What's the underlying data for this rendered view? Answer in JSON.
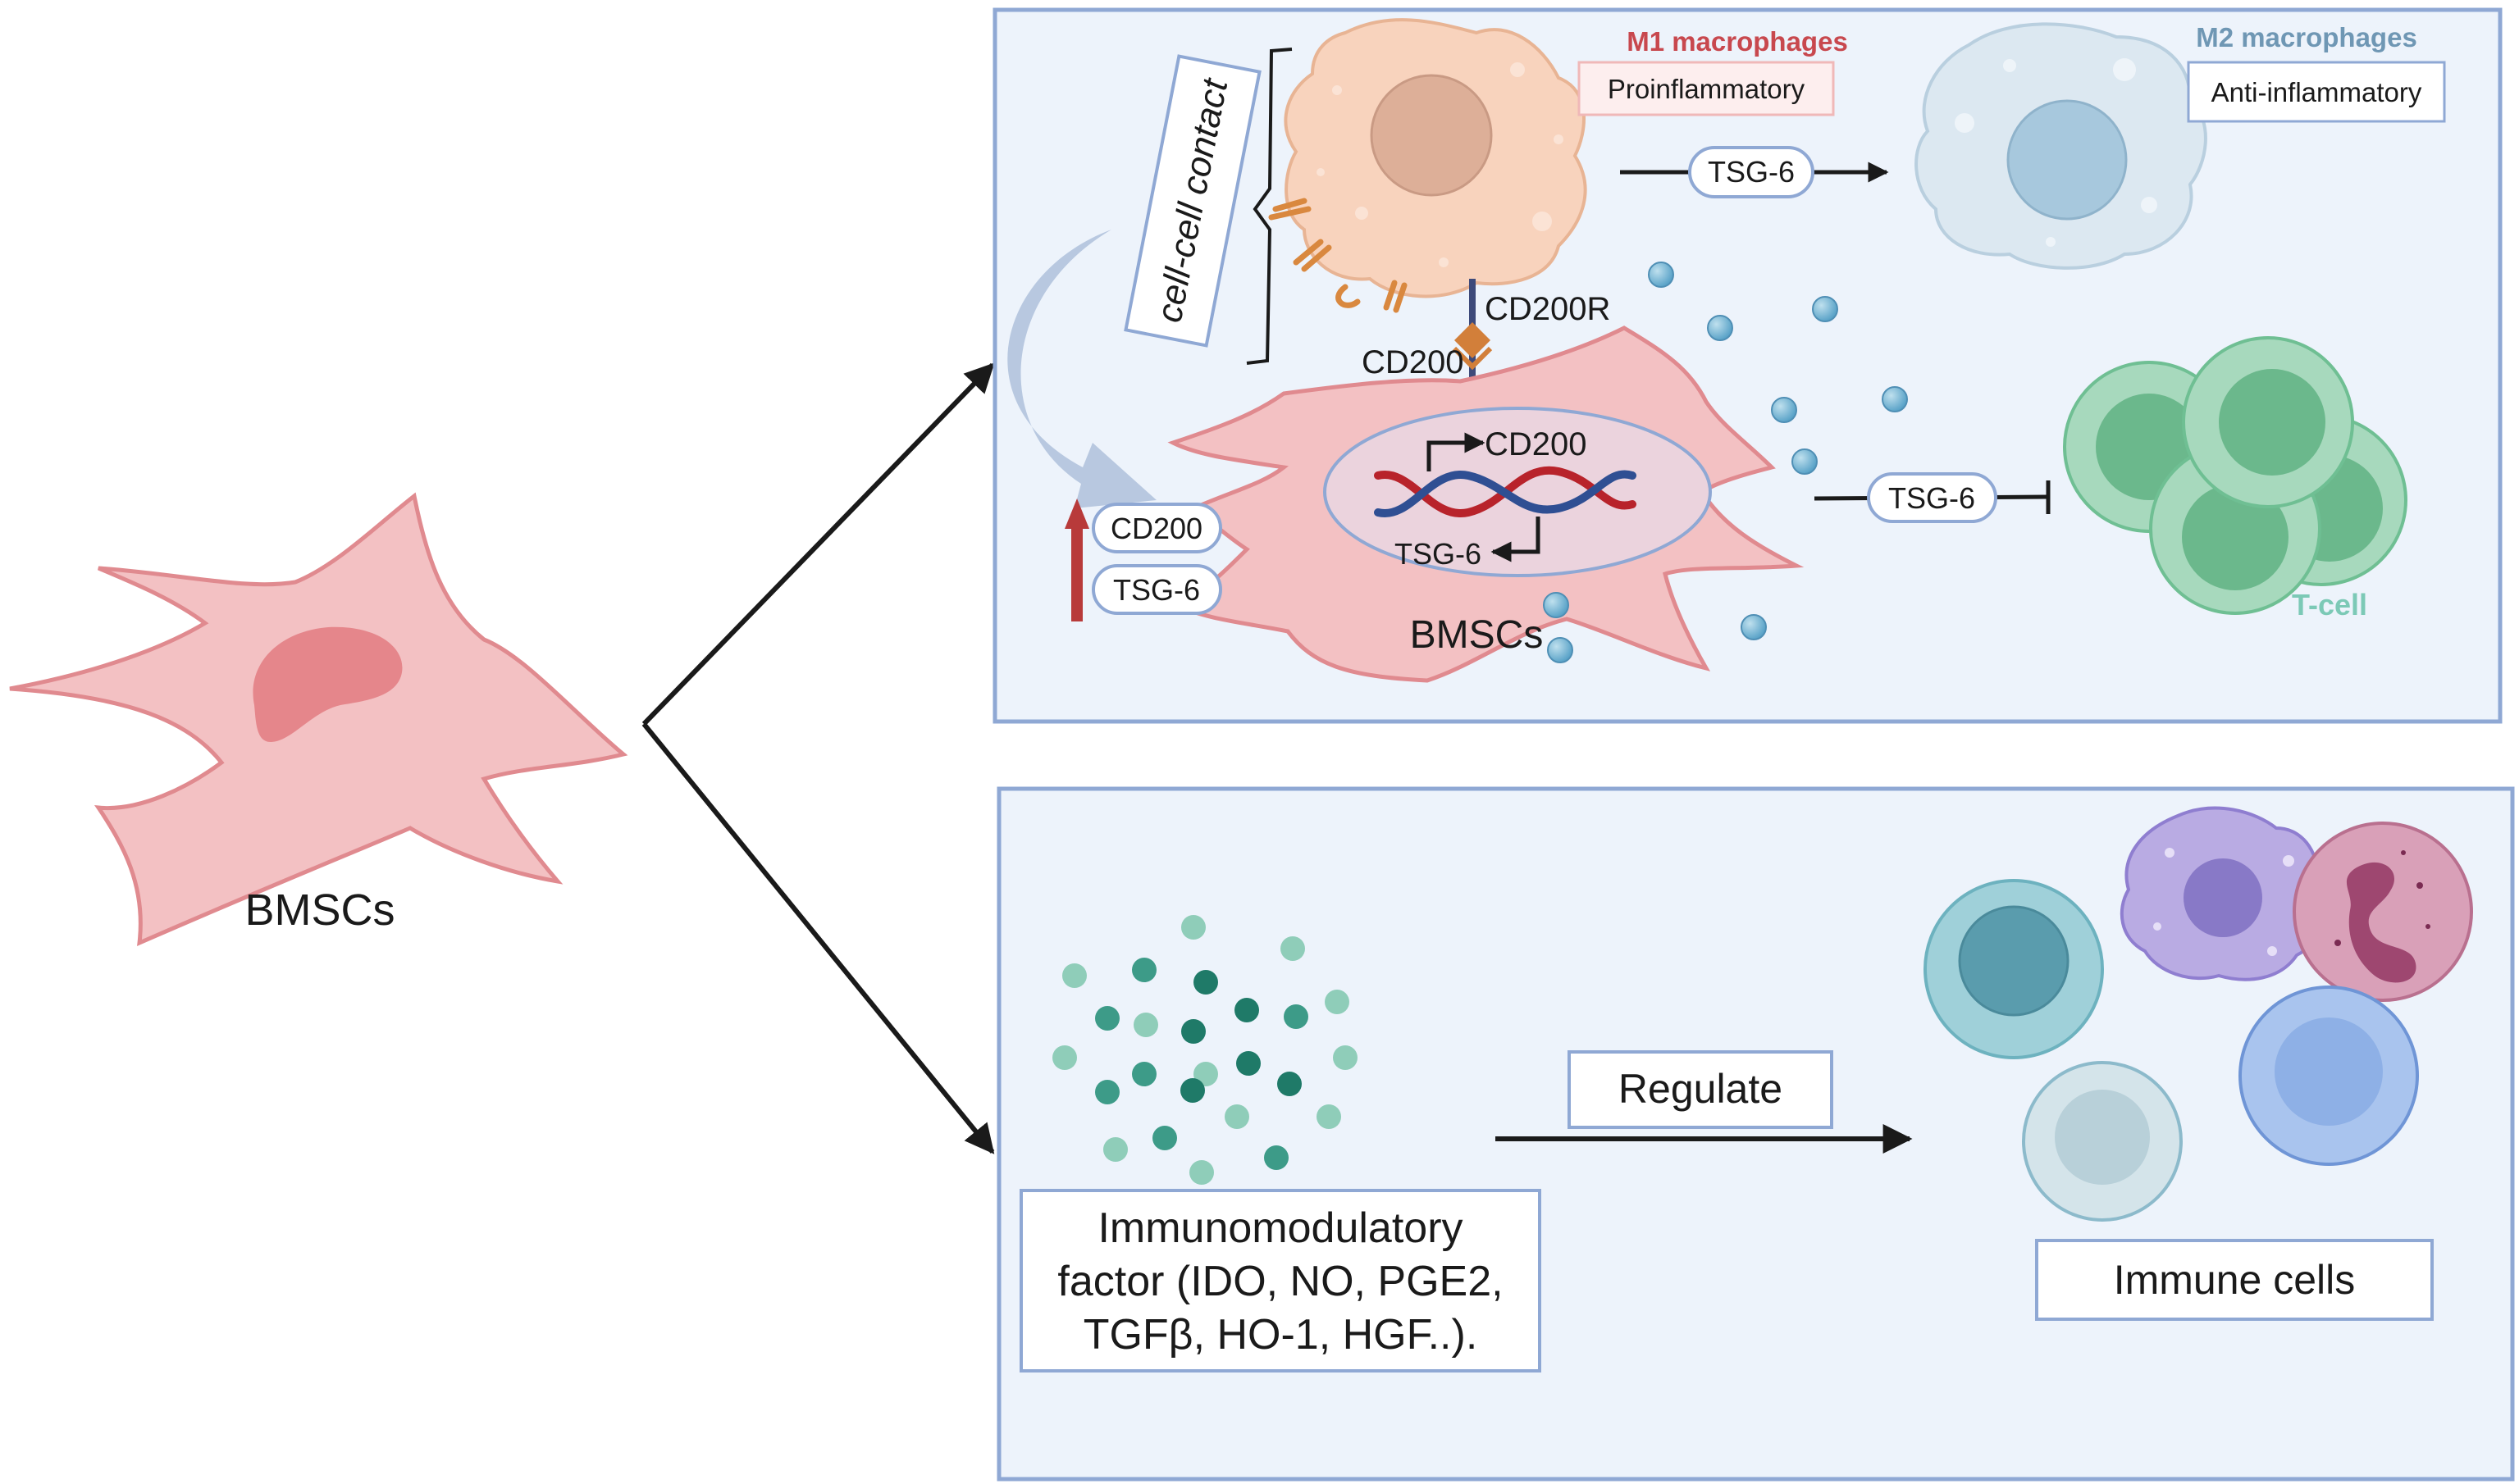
{
  "left_cell": {
    "label": "BMSCs"
  },
  "top_panel": {
    "contact_label": "cell-cell contact",
    "m1": {
      "title": "M1 macrophages",
      "desc": "Proinflammatory"
    },
    "m2": {
      "title": "M2 macrophages",
      "desc": "Anti-inflammatory"
    },
    "tsg6_to_m2": "TSG-6",
    "cd200r": "CD200R",
    "cd200_membrane": "CD200",
    "dna_top": "CD200",
    "dna_bottom": "TSG-6",
    "bmsc_label": "BMSCs",
    "up_cd200": "CD200",
    "up_tsg6": "TSG-6",
    "tsg6_to_tcell": "TSG-6",
    "tcell_label": "T-cell"
  },
  "bottom_panel": {
    "factor_line1": "Immunomodulatory",
    "factor_line2": "factor (IDO, NO, PGE2,",
    "factor_line3": "TGFβ, HO-1, HGF..).",
    "regulate": "Regulate",
    "immune_cells": "Immune cells"
  },
  "colors": {
    "panel_fill": "#edf3fb",
    "panel_border": "#8fa8d4",
    "bmsc": "#f3c1c3",
    "bmsc_edge": "#e08a8f",
    "m1_title": "#c8484e",
    "m2_title": "#6f97b4",
    "tcell": "#7cc9a6",
    "tcell_label": "#7cc9b6",
    "up_arrow": "#b83a3a"
  }
}
